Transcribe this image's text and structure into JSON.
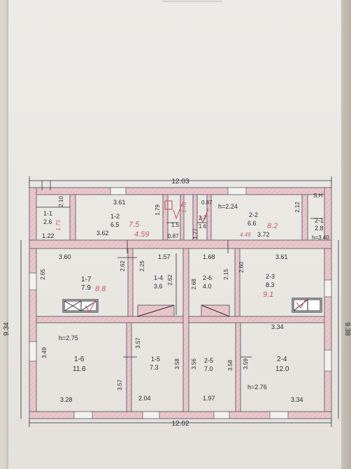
{
  "plan": {
    "overall_width_top": "12.03",
    "overall_width_bottom": "12.02",
    "overall_height_left": "9.34",
    "overall_height_right": "9.38",
    "top_row": {
      "left_width": "3.61",
      "room_1_1": {
        "code": "1-1",
        "area": "2.6",
        "red": "1.75"
      },
      "dim_1_22": "1.22",
      "dim_2_10": "2.10",
      "room_1_2": {
        "code": "1-2",
        "area": "6.5",
        "red_area": "7.5",
        "dim_a": "3.62",
        "dim_b": "4.59"
      },
      "dim_1_79": "1.79",
      "dim_1_78": "1.78",
      "room_1_3": {
        "area": "1.5",
        "dim": "0.87"
      },
      "dim_0_87": "0.87",
      "room_2_7": {
        "code": "2-7",
        "area": "1.6",
        "dim": "1.77"
      },
      "height_note": "h=2.24",
      "room_2_2": {
        "code": "2-2",
        "area": "6.6",
        "red_area": "8.2",
        "dim_a": "3.72",
        "dim_b": "4.49"
      },
      "dim_2_12": "2.12",
      "room_2_1": {
        "code": "2-1",
        "area": "2.8",
        "height": "h=3.40",
        "corner": "S.H"
      }
    },
    "middle_row": {
      "room_1_7": {
        "code": "1-7",
        "area": "7.9",
        "red": "8.8",
        "w": "3.60",
        "h": "2.65",
        "h2": "2.62"
      },
      "room_1_4": {
        "code": "1-4",
        "area": "3.6",
        "dim_a": "2.25",
        "dim_b": "1.57",
        "dim_c": "2.62"
      },
      "room_2_6": {
        "code": "2-6",
        "area": "4.0",
        "dim_a": "1.68",
        "dim_b": "2.68",
        "dim_c": "2.15"
      },
      "room_2_3": {
        "code": "2-3",
        "area": "8.3",
        "red": "9.1",
        "w": "3.61",
        "h": "2.60",
        "w2": "3.34"
      }
    },
    "bottom_row": {
      "room_1_6": {
        "code": "1-6",
        "area": "11.6",
        "height": "h=2.75",
        "w": "3.28",
        "h": "3.49"
      },
      "room_1_5": {
        "code": "1-5",
        "area": "7.3",
        "w": "2.04",
        "h": "3.57",
        "h2": "3.57",
        "h3": "3.58"
      },
      "room_2_5": {
        "code": "2-5",
        "area": "7.0",
        "w": "1.97",
        "h": "3.56",
        "h2": "3.58"
      },
      "room_2_4": {
        "code": "2-4",
        "area": "12.0",
        "height": "h=2.76",
        "w": "3.34",
        "h": "3.59"
      }
    }
  },
  "colors": {
    "wall": "#e7c9cd",
    "wall_stroke": "#6a6478",
    "ink": "#2a2a35",
    "red_ink": "#c85a6a",
    "paper": "#ecebe7"
  }
}
